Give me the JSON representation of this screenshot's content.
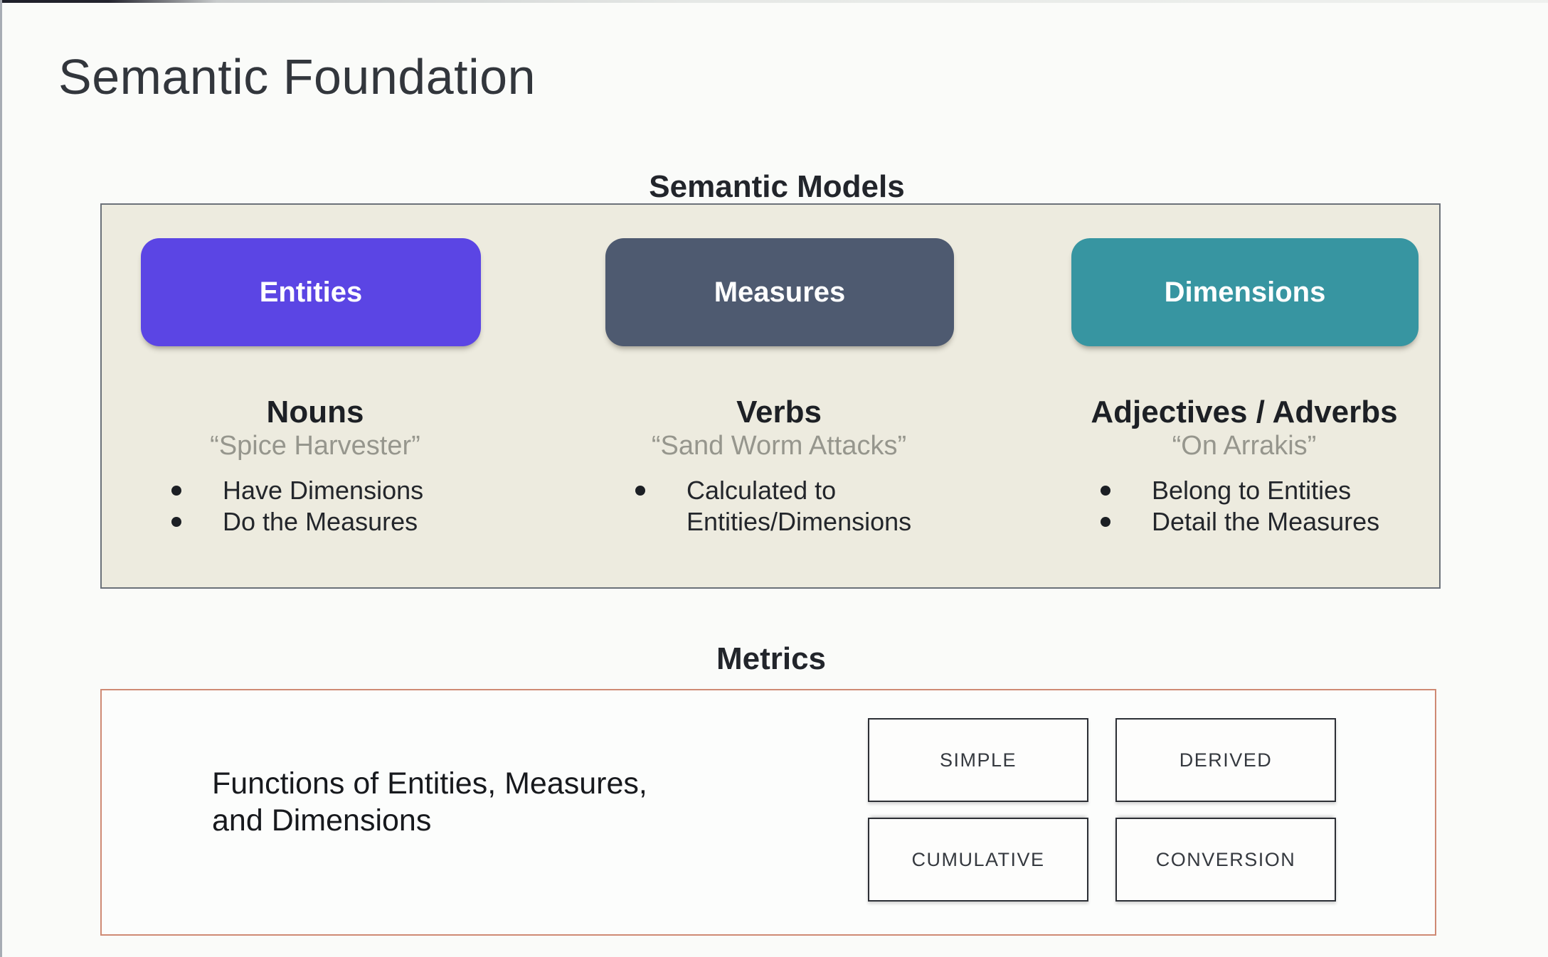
{
  "page": {
    "title": "Semantic Foundation"
  },
  "colors": {
    "entities_pill": "#5b45e4",
    "measures_pill": "#4e5a70",
    "dimensions_pill": "#3795a1",
    "models_panel_bg": "#edebdf",
    "models_panel_border": "#6b7179",
    "metrics_panel_border": "#cf8a74"
  },
  "semantic_models": {
    "heading": "Semantic Models",
    "columns": [
      {
        "pill": "Entities",
        "word_class": "Nouns",
        "example": "“Spice Harvester”",
        "bullets": [
          "Have Dimensions",
          "Do the Measures"
        ]
      },
      {
        "pill": "Measures",
        "word_class": "Verbs",
        "example": "“Sand Worm Attacks”",
        "bullets": [
          "Calculated to\nEntities/Dimensions"
        ]
      },
      {
        "pill": "Dimensions",
        "word_class": "Adjectives / Adverbs",
        "example": "“On Arrakis”",
        "bullets": [
          "Belong to Entities",
          "Detail the Measures"
        ]
      }
    ]
  },
  "metrics": {
    "heading": "Metrics",
    "description": "Functions of Entities, Measures,\nand Dimensions",
    "types": [
      "SIMPLE",
      "DERIVED",
      "CUMULATIVE",
      "CONVERSION"
    ]
  }
}
